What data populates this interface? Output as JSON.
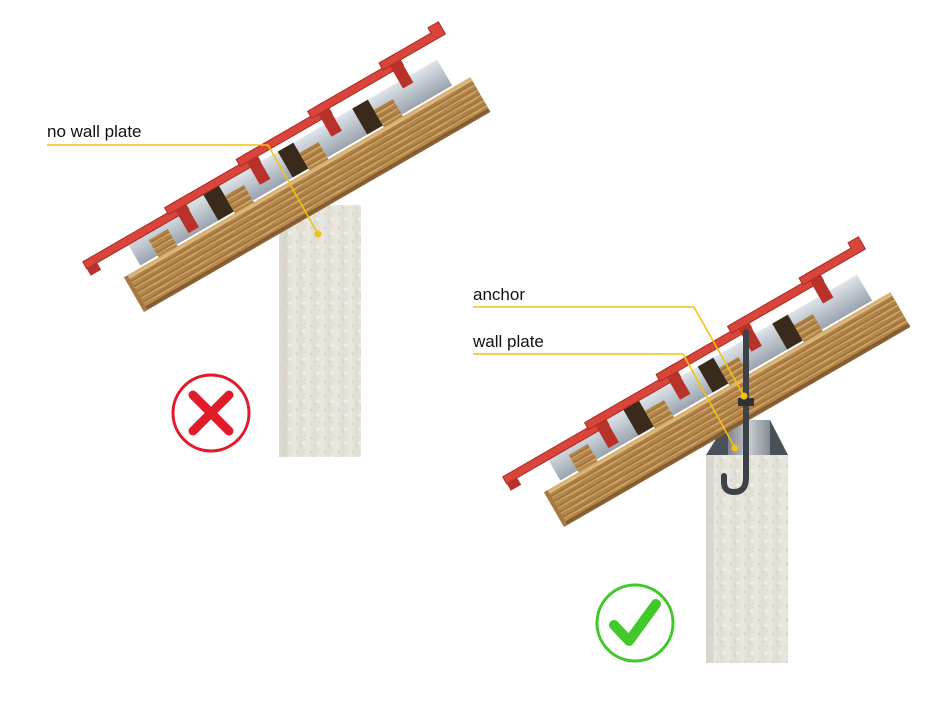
{
  "labels": {
    "no_wall_plate": "no wall plate",
    "anchor": "anchor",
    "wall_plate": "wall plate"
  },
  "icons": {
    "wrong": "cross-icon",
    "correct": "checkmark-icon"
  },
  "colors": {
    "tile_red": "#d9453a",
    "timber": "#c49a5c",
    "leader_line": "#f3c10e",
    "wrong_red": "#e21b2a",
    "correct_green": "#42c82a",
    "membrane": "#c3cad2",
    "wall": "#e6e3dc"
  }
}
